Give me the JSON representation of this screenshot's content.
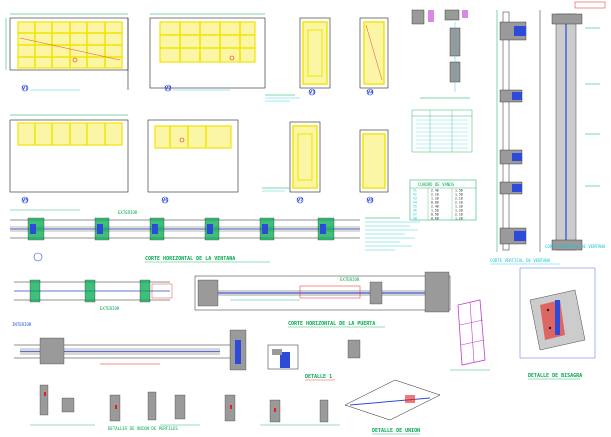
{
  "colors": {
    "background": "#ffffff",
    "frame": "#222222",
    "glass_yellow": "#f2e400",
    "dim_green": "#00a84f",
    "note_cyan": "#18c4d8",
    "section_red": "#e8201a",
    "detail_blue": "#2d4bd8",
    "fill_gray": "#9a9a9a",
    "wood_magenta": "#c23bd1"
  },
  "elevation_tags": [
    "V1",
    "V2",
    "V3",
    "V4",
    "V5",
    "V6",
    "V7",
    "V8"
  ],
  "titles": {
    "horizontal_window_section": "CORTE HORIZONTAL DE LA VENTANA",
    "horizontal_door_section": "CORTE HORIZONTAL DE LA PUERTA",
    "vertical_window_section": "CORTE VERTICAL DE VENTANA",
    "hinge_detail": "DETALLE DE BISAGRA",
    "detail_1": "DETALLE 1",
    "joint_detail": "DETALLE DE UNION",
    "joints_row": "DETALLES DE UNION DE PERFILES"
  },
  "side_labels": {
    "exterior_a": "EXTERIOR",
    "exterior_b": "EXTERIOR",
    "exterior_c": "EXTERIOR",
    "interior": "INTERIOR"
  },
  "legend_title": "CUADRO DE VANOS",
  "legend_rows": [
    [
      "V1",
      "2.40",
      "1.50"
    ],
    [
      "V2",
      "2.10",
      "1.50"
    ],
    [
      "V3",
      "1.20",
      "2.10"
    ],
    [
      "V4",
      "0.60",
      "2.10"
    ],
    [
      "V5",
      "2.40",
      "1.20"
    ],
    [
      "V6",
      "1.50",
      "1.20"
    ],
    [
      "V7",
      "0.90",
      "2.10"
    ],
    [
      "V8",
      "0.60",
      "1.20"
    ]
  ]
}
